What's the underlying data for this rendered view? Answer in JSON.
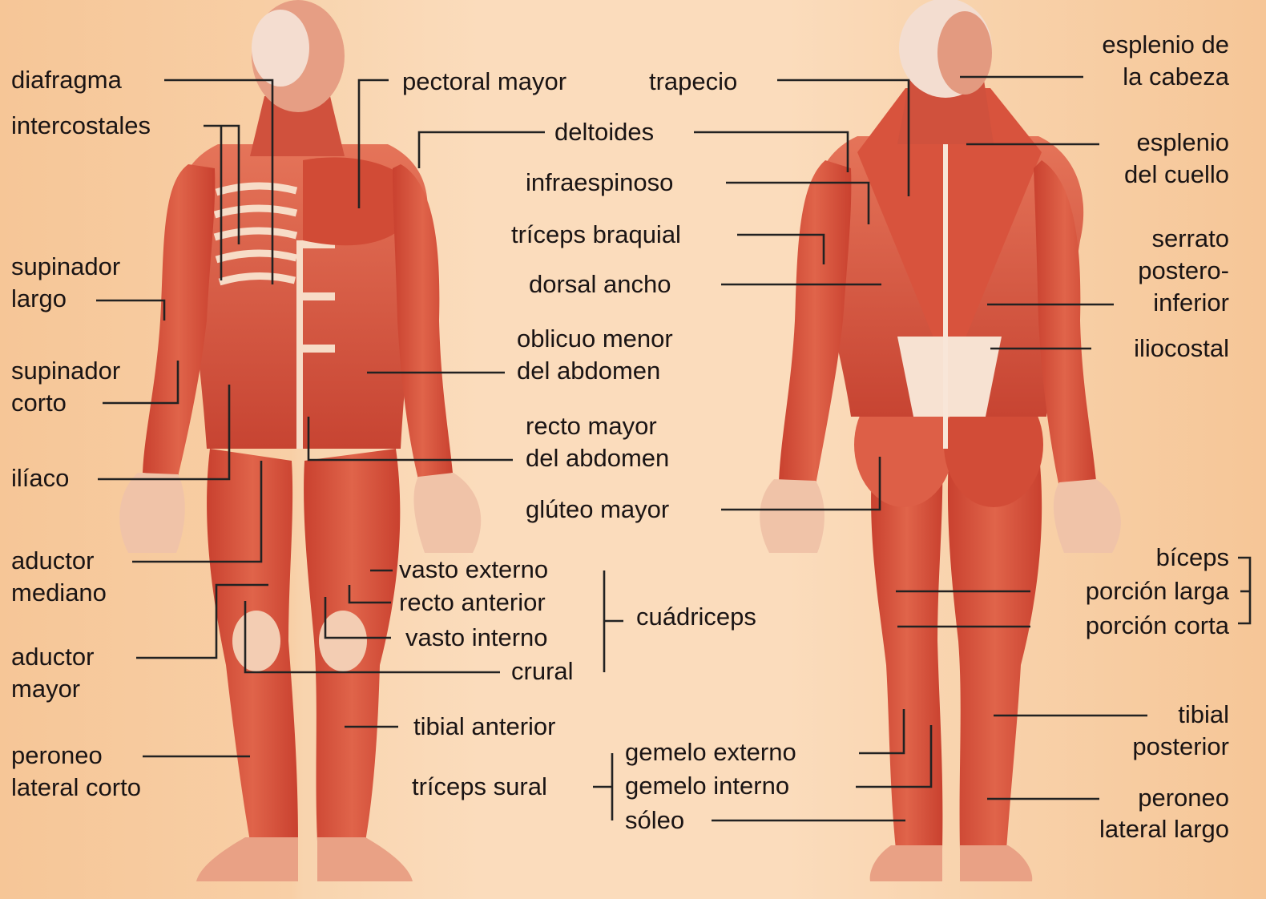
{
  "palette": {
    "background": "#f7c99b",
    "muscle": "#d9503c",
    "muscle_light": "#ec8d72",
    "tendon": "#fbe6d4",
    "line": "#222222",
    "text": "#1a1414"
  },
  "labels": {
    "diafragma": "diafragma",
    "intercostales": "intercostales",
    "supinador_largo_1": "supinador",
    "supinador_largo_2": "largo",
    "supinador_corto_1": "supinador",
    "supinador_corto_2": "corto",
    "iliaco": "ilíaco",
    "aductor_mediano_1": "aductor",
    "aductor_mediano_2": "mediano",
    "aductor_mayor_1": "aductor",
    "aductor_mayor_2": "mayor",
    "peroneo_corto_1": "peroneo",
    "peroneo_corto_2": "lateral corto",
    "pectoral_mayor": "pectoral mayor",
    "trapecio": "trapecio",
    "deltoides": "deltoides",
    "infraespinoso": "infraespinoso",
    "triceps_braquial": "tríceps braquial",
    "dorsal_ancho": "dorsal ancho",
    "oblicuo_1": "oblicuo menor",
    "oblicuo_2": "del abdomen",
    "recto_1": "recto mayor",
    "recto_2": "del abdomen",
    "gluteo_mayor": "glúteo mayor",
    "vasto_externo": "vasto externo",
    "recto_anterior": "recto anterior",
    "vasto_interno": "vasto interno",
    "crural": "crural",
    "cuadriceps": "cuádriceps",
    "tibial_anterior": "tibial anterior",
    "triceps_sural": "tríceps sural",
    "gemelo_externo": "gemelo externo",
    "gemelo_interno": "gemelo interno",
    "soleo": "sóleo",
    "esplenio_cabeza_1": "esplenio de",
    "esplenio_cabeza_2": "la cabeza",
    "esplenio_cuello_1": "esplenio",
    "esplenio_cuello_2": "del cuello",
    "serrato_1": "serrato",
    "serrato_2": "postero-",
    "serrato_3": "inferior",
    "iliocostal": "iliocostal",
    "biceps": "bíceps",
    "porcion_larga": "porción larga",
    "porcion_corta": "porción corta",
    "tibial_posterior_1": "tibial",
    "tibial_posterior_2": "posterior",
    "peroneo_largo_1": "peroneo",
    "peroneo_largo_2": "lateral largo"
  }
}
